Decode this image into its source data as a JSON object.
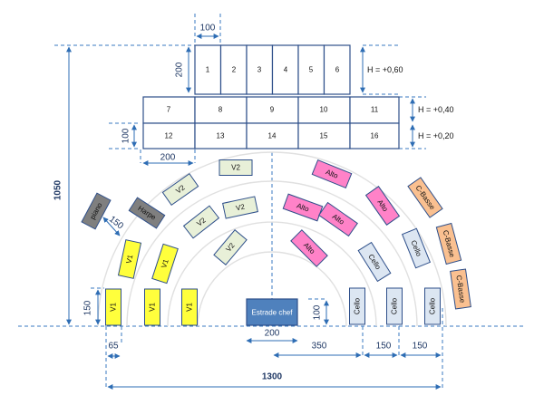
{
  "stage": {
    "row_top": [
      "1",
      "2",
      "3",
      "4",
      "5",
      "6"
    ],
    "row_mid": [
      "7",
      "8",
      "9",
      "10",
      "11"
    ],
    "row_bottom": [
      "12",
      "13",
      "14",
      "15",
      "16"
    ],
    "levels": [
      "H = +0,60",
      "H = +0,40",
      "H = +0,20"
    ]
  },
  "conductor": {
    "label": "Estrade chef"
  },
  "instruments": {
    "v1": "V1",
    "v2": "V2",
    "alto": "Alto",
    "cello": "Cello",
    "cbasse": "C-Basse",
    "harpe": "Harpe",
    "piano": "piano"
  },
  "dimensions": {
    "riser_width": "100",
    "riser_depth": "200",
    "step_depth": "100",
    "step_width": "200",
    "total_depth": "1050",
    "harp_piano_gap": "150",
    "v1_depth": "150",
    "v1_offset": "65",
    "chef_depth": "100",
    "chef_width": "200",
    "chef_to_cello": "350",
    "cello_gap": "150",
    "cbasse_gap": "150",
    "total_width": "1300"
  },
  "colors": {
    "v1": "#ffff3c",
    "v2": "#e8f0d8",
    "alto": "#ff82c8",
    "cello": "#dce6f2",
    "cbasse": "#fac090",
    "harpe_piano": "#7f7f7f",
    "chef": "#4f81bd",
    "lines": "#2e6db4"
  }
}
